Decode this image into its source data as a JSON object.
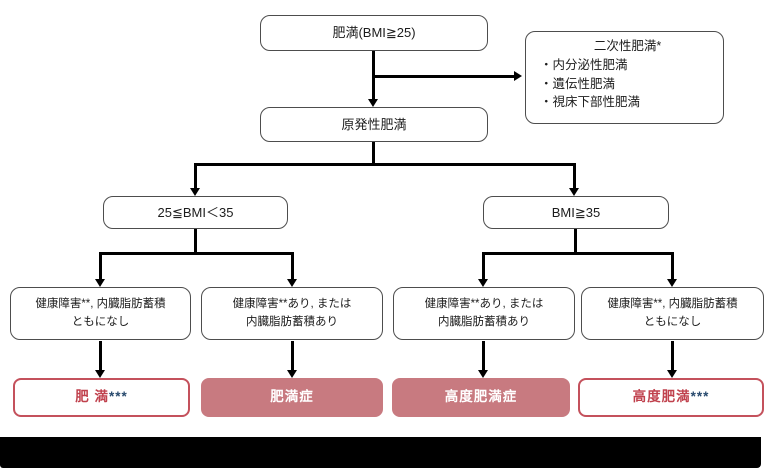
{
  "colors": {
    "result_fill": "#c87a80",
    "result_outline": "#c4515c",
    "result_text_red": "#c0414d",
    "asterisk_navy": "#27496d",
    "box_border": "#4d4d4d",
    "line_black": "#000000"
  },
  "flowchart": {
    "obesity": {
      "label": "肥満(BMI≧25)"
    },
    "secondary": {
      "title": "二次性肥満*",
      "items": [
        "・内分泌性肥満",
        "・遺伝性肥満",
        "・視床下部性肥満"
      ]
    },
    "primary": {
      "label": "原発性肥満"
    },
    "bmi_low": {
      "label": "25≦BMI＜35"
    },
    "bmi_high": {
      "label": "BMI≧35"
    },
    "cond_low_none": {
      "line1": "健康障害**, 内臓脂肪蓄積",
      "line2": "ともになし"
    },
    "cond_low_present": {
      "line1": "健康障害**あり, または",
      "line2": "内臓脂肪蓄積あり"
    },
    "cond_high_present": {
      "line1": "健康障害**あり, または",
      "line2": "内臓脂肪蓄積あり"
    },
    "cond_high_none": {
      "line1": "健康障害**, 内臓脂肪蓄積",
      "line2": "ともになし"
    },
    "result_obesity": {
      "label": "肥 満",
      "suffix": "***"
    },
    "result_obesity_disease": {
      "label": "肥満症"
    },
    "result_severe_disease": {
      "label": "高度肥満症"
    },
    "result_severe_obesity": {
      "label": "高度肥満",
      "suffix": "***"
    }
  }
}
